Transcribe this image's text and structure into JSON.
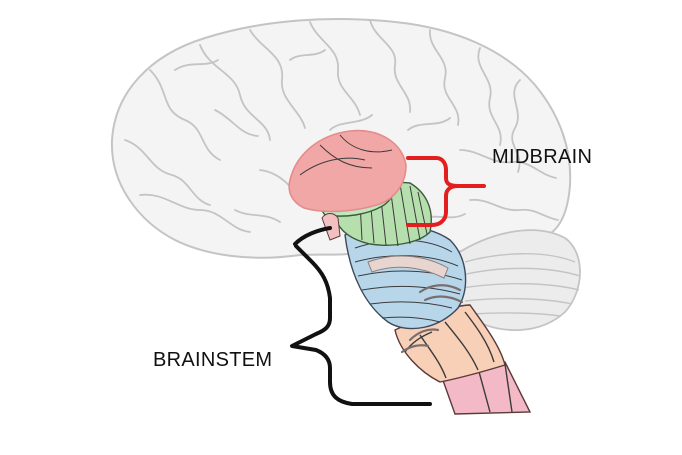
{
  "labels": {
    "midbrain": "MIDBRAIN",
    "brainstem": "BRAINSTEM"
  },
  "colors": {
    "background": "#ffffff",
    "cortex_fill": "#f4f4f4",
    "cortex_outline": "#c4c4c4",
    "thalamus": "#f0a7a6",
    "thalamus_dark": "#e48c8c",
    "tectum": "#bde8bd",
    "midbrain_region": "#b6dfae",
    "pons_region": "#b7d6ea",
    "medulla_region": "#f8cfb7",
    "spinal_cord": "#f3b9c6",
    "cerebellum": "#ececec",
    "midbrain_bracket": "#e31e1e",
    "brainstem_bracket": "#111111"
  },
  "icons": [
    "brain-sagittal-illustration"
  ]
}
